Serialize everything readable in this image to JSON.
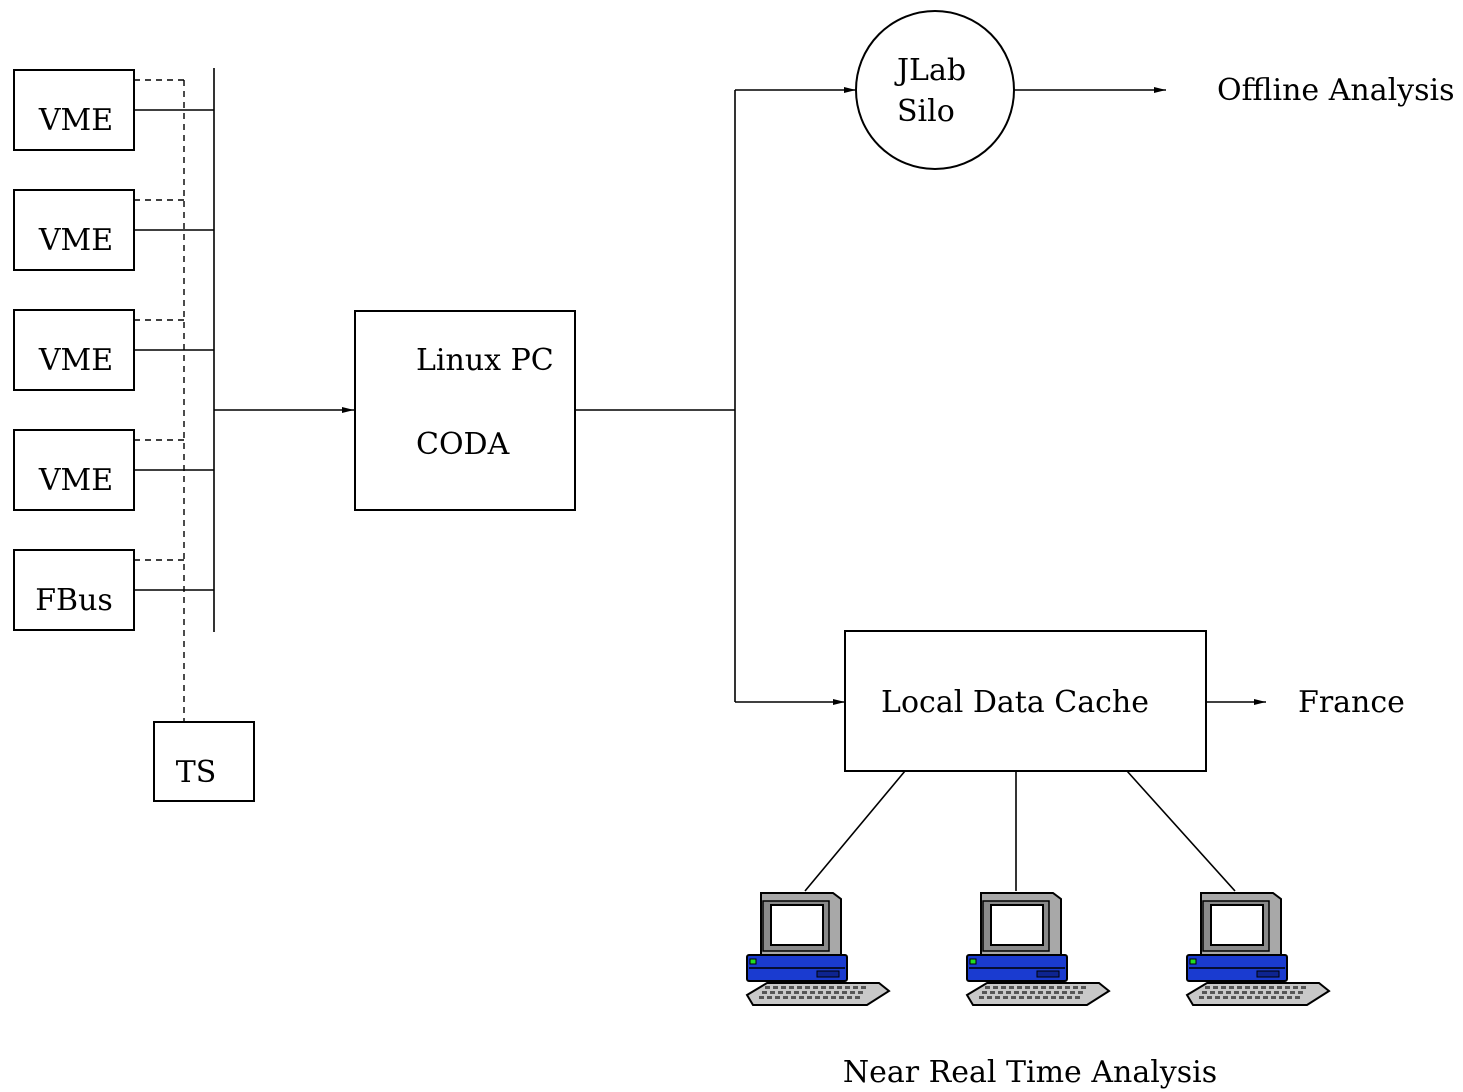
{
  "modules": [
    {
      "label": "VME"
    },
    {
      "label": "VME"
    },
    {
      "label": "VME"
    },
    {
      "label": "VME"
    },
    {
      "label": "FBus"
    }
  ],
  "trigger_supervisor": {
    "label": "TS"
  },
  "linux_pc": {
    "line1": "Linux PC",
    "line2": "CODA"
  },
  "silo": {
    "line1": "JLab",
    "line2": "Silo"
  },
  "offline": {
    "label": "Offline Analysis"
  },
  "cache": {
    "label": "Local Data Cache"
  },
  "france": {
    "label": "France"
  },
  "near_real_time": {
    "label": "Near Real Time Analysis"
  },
  "workstation_count": 3,
  "colors": {
    "monitor": "#a8a8a8",
    "cpu": "#1a3bd0",
    "keyboard": "#c8c8c8"
  }
}
